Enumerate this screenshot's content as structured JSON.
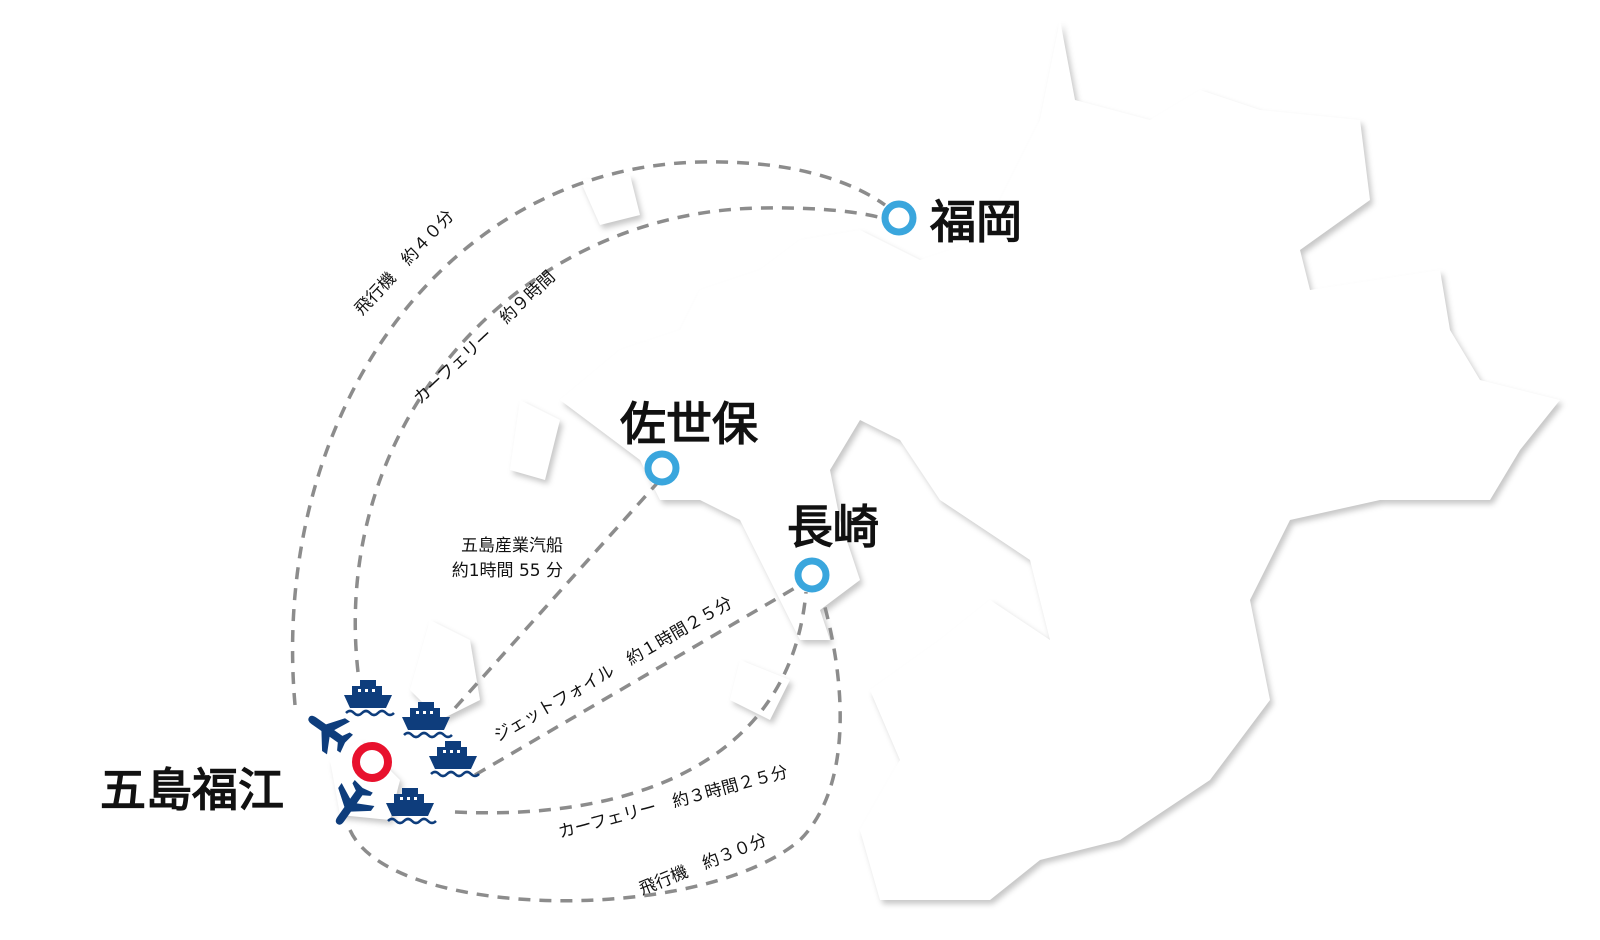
{
  "cities": {
    "goto": "五島福江",
    "fukuoka": "福岡",
    "sasebo": "佐世保",
    "nagasaki": "長崎"
  },
  "routes": {
    "fukuoka_plane": "飛行機　約４０分",
    "fukuoka_ferry": "カーフェリー　約９時間",
    "sasebo_ship_line1": "五島産業汽船",
    "sasebo_ship_line2": "約1時間 55 分",
    "nagasaki_jetfoil": "ジェットフォイル　約１時間２５分",
    "nagasaki_ferry": "カーフェリー　約３時間２５分",
    "nagasaki_plane": "飛行機　約３０分"
  },
  "colors": {
    "origin_marker": "#e8112d",
    "destination_marker": "#3aa6dd",
    "icon": "#0e3d7c",
    "route": "#8c8c8c"
  },
  "icons": [
    "airplane-icon",
    "ship-icon"
  ]
}
